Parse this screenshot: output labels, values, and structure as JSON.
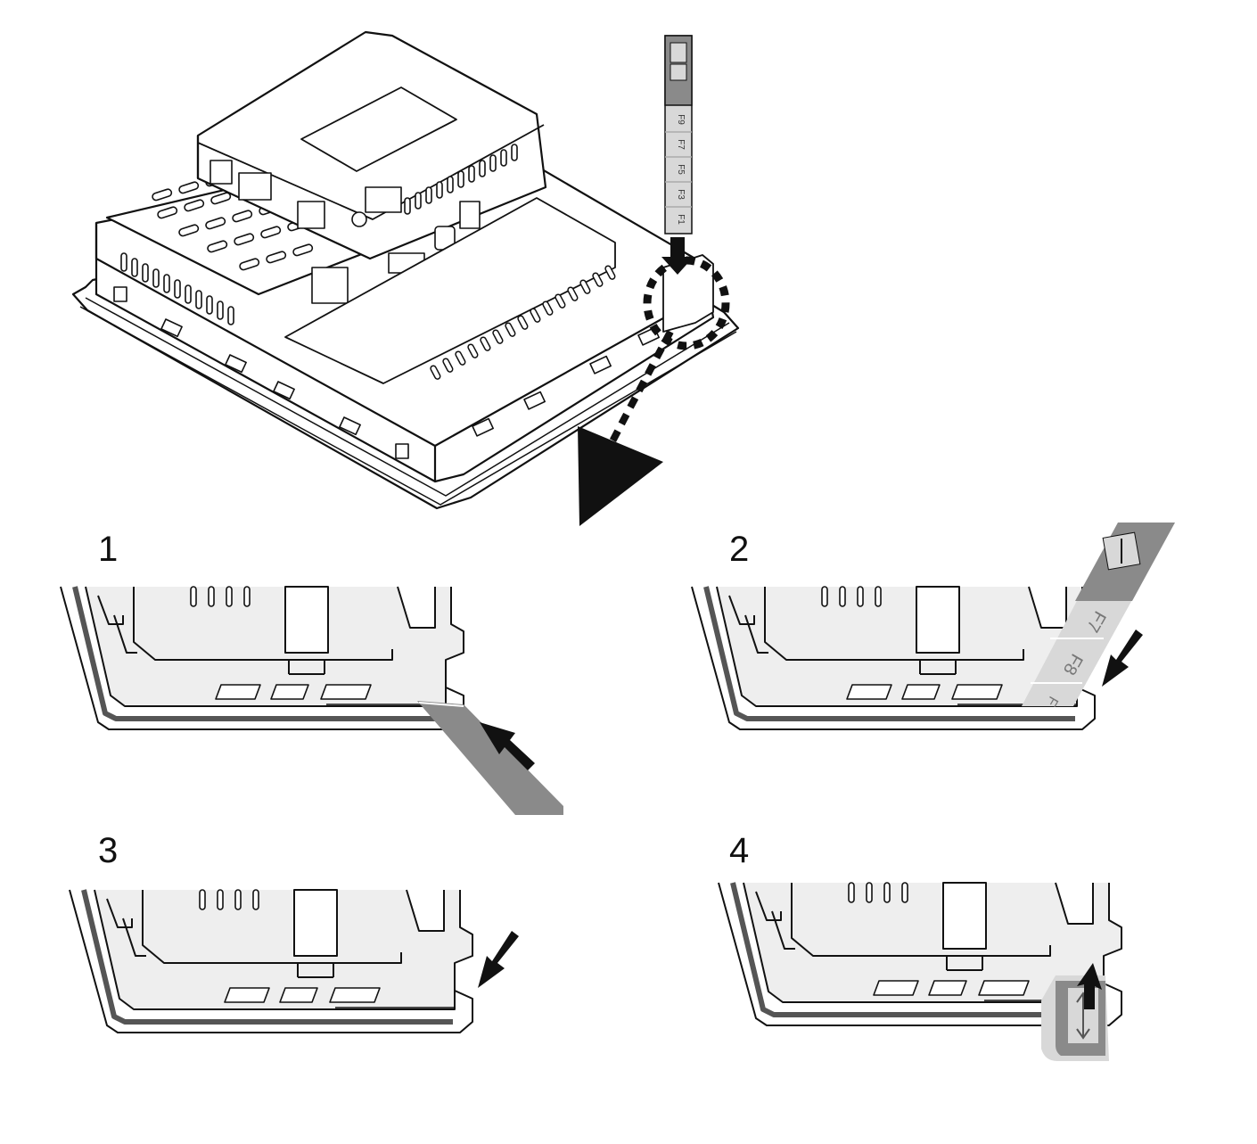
{
  "steps": [
    {
      "label": "1"
    },
    {
      "label": "2"
    },
    {
      "label": "3"
    },
    {
      "label": "4"
    }
  ],
  "insert_strip": {
    "keys": [
      "F9",
      "F7",
      "F5",
      "F3",
      "F1"
    ]
  },
  "strip_step2": {
    "keys": [
      "F7",
      "F8",
      "F"
    ]
  },
  "colors": {
    "line": "#111111",
    "body_fill": "#ffffff",
    "panel_fill": "#eeeeee",
    "strip_dark": "#8a8a8a",
    "strip_light": "#d8d8d8",
    "gasket": "#555555"
  }
}
